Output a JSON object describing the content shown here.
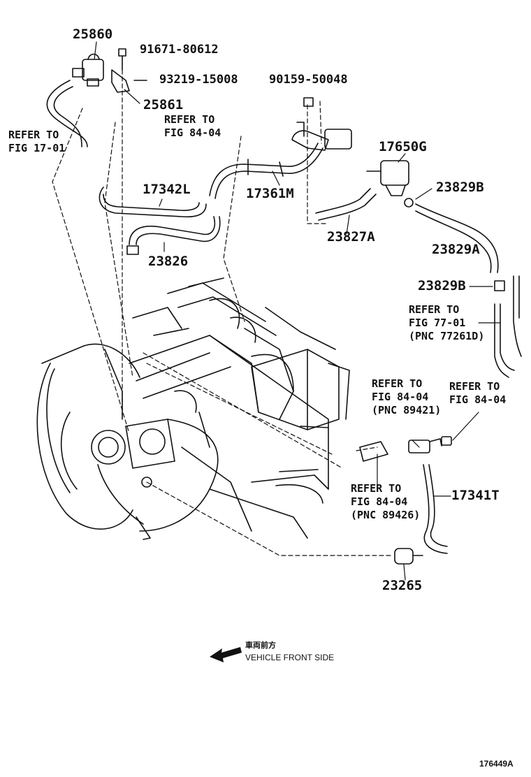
{
  "part_numbers": {
    "p25860": "25860",
    "p91671": "91671-80612",
    "p93219": "93219-15008",
    "p25861": "25861",
    "p90159": "90159-50048",
    "p17650G": "17650G",
    "p17342L": "17342L",
    "p17361M": "17361M",
    "p23829B_top": "23829B",
    "p23827A": "23827A",
    "p23829A": "23829A",
    "p23826": "23826",
    "p23829B_mid": "23829B",
    "p17341T": "17341T",
    "p23265": "23265"
  },
  "references": {
    "ref_fig17": {
      "line1": "REFER TO",
      "line2": "FIG 17-01"
    },
    "ref_fig84_top": {
      "line1": "REFER TO",
      "line2": "FIG 84-04"
    },
    "ref_fig77": {
      "line1": "REFER TO",
      "line2": "FIG 77-01",
      "line3": "(PNC 77261D)"
    },
    "ref_fig84_89421": {
      "line1": "REFER TO",
      "line2": "FIG 84-04",
      "line3": "(PNC 89421)"
    },
    "ref_fig84_right": {
      "line1": "REFER TO",
      "line2": "FIG 84-04"
    },
    "ref_fig84_89426": {
      "line1": "REFER TO",
      "line2": "FIG 84-04",
      "line3": "(PNC 89426)"
    }
  },
  "front_indicator": {
    "japanese": "車両前方",
    "english": "VEHICLE FRONT SIDE"
  },
  "figure_id": "176449A"
}
